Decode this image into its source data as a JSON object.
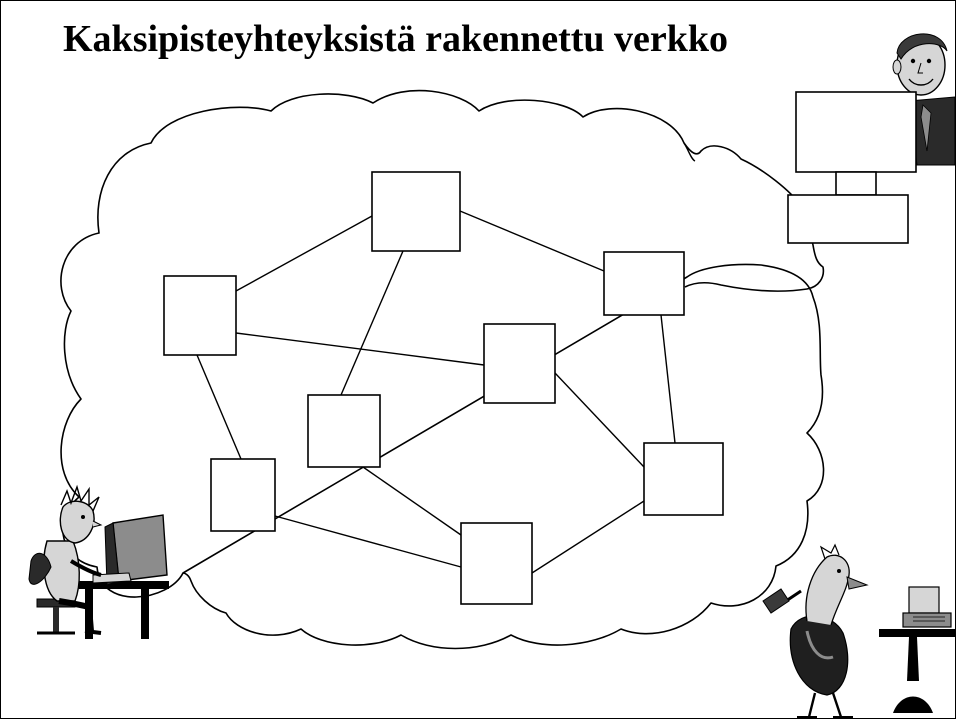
{
  "title": "Kaksipisteyhteyksistä rakennettu verkko",
  "colors": {
    "line": "#000000",
    "background": "#ffffff",
    "clipart_dark": "#2a2a2a",
    "clipart_mid": "#8c8c8c",
    "clipart_light": "#d6d6d6"
  },
  "network": {
    "cloud": "network-cloud",
    "nodes": [
      "n1",
      "n2",
      "n3",
      "n4",
      "n5",
      "n6",
      "n7",
      "n8",
      "n9"
    ],
    "links": [
      [
        "n1",
        "n2"
      ],
      [
        "n1",
        "n4"
      ],
      [
        "n1",
        "n7"
      ],
      [
        "n2",
        "n3"
      ],
      [
        "n2",
        "n5"
      ],
      [
        "n3",
        "n6"
      ],
      [
        "n4",
        "n6"
      ],
      [
        "n5",
        "n8"
      ],
      [
        "n7",
        "n8"
      ],
      [
        "n8",
        "n9"
      ],
      [
        "n9",
        "n6"
      ]
    ]
  },
  "endpoints": [
    {
      "name": "office-user-workstation",
      "icon": "businessman-computer-icon"
    },
    {
      "name": "home-user-workstation",
      "icon": "person-at-computer-icon"
    },
    {
      "name": "bird-and-computer",
      "icon": "bird-with-computer-icon"
    }
  ]
}
